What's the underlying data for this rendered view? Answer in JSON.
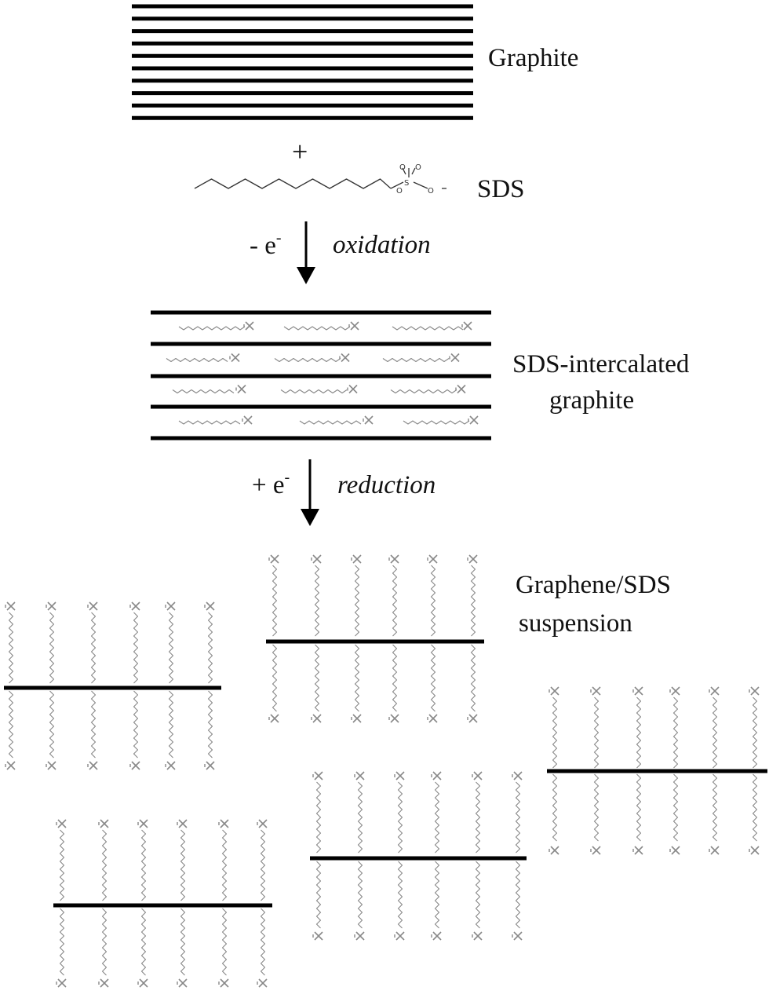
{
  "labels": {
    "graphite": "Graphite",
    "plus": "+",
    "sds": "SDS",
    "step1_charge": "- e",
    "step1_superscript": "-",
    "step1_process": "oxidation",
    "intercalated_line1": "SDS-intercalated",
    "intercalated_line2": "graphite",
    "step2_charge": "+ e",
    "step2_superscript": "-",
    "step2_process": "reduction",
    "suspension_line1": "Graphene/SDS",
    "suspension_line2": "suspension"
  },
  "structure": {
    "graphite_layer_count": 10,
    "intercalated_sheet_count": 5,
    "intercalated_chains_per_gap": 3,
    "graphene_sheet_count": 5,
    "surfactants_per_side": 6
  },
  "colors": {
    "sheet": "#000000",
    "surfactant": "#888888",
    "text": "#111111"
  }
}
